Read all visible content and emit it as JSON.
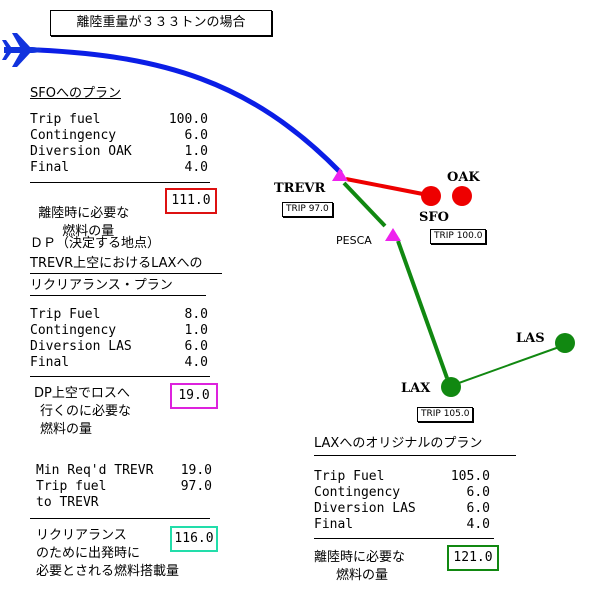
{
  "title": "離陸重量が３３３トンの場合",
  "colors": {
    "route_to_trevr": "#0b1ee6",
    "route_to_sfo": "#ee0000",
    "route_to_lax": "#118811",
    "waypoint": "#ee22ee",
    "sfo_box": "#dd1111",
    "dp_box": "#dd22dd",
    "rec_box": "#22ddaa",
    "lax_box": "#118811",
    "aircraft": "#1133dd"
  },
  "sfo_plan": {
    "heading": "SFOへのプラン",
    "rows": [
      {
        "label": "Trip fuel",
        "value": "100.0"
      },
      {
        "label": "Contingency",
        "value": "6.0"
      },
      {
        "label": "Diversion OAK",
        "value": "1.0"
      },
      {
        "label": "Final",
        "value": "4.0"
      }
    ],
    "total_label_1": "離陸時に必要な",
    "total_label_2": "燃料の量",
    "total_value": "111.0"
  },
  "dp_plan": {
    "heading_1": "ＤＰ（決定する地点）",
    "heading_2": "TREVR上空におけるLAXへの",
    "heading_3": "リクリアランス・プラン",
    "rows": [
      {
        "label": "Trip Fuel",
        "value": "8.0"
      },
      {
        "label": "Contingency",
        "value": "1.0"
      },
      {
        "label": "Diversion LAS",
        "value": "6.0"
      },
      {
        "label": "Final",
        "value": "4.0"
      }
    ],
    "total_label_1": "DP上空でロスへ",
    "total_label_2": "行くのに必要な",
    "total_label_3": "燃料の量",
    "total_value": "19.0"
  },
  "recl_calc": {
    "rows": [
      {
        "label": "Min Req'd TREVR",
        "value": "19.0"
      },
      {
        "label": "Trip fuel",
        "value": "97.0"
      },
      {
        "label": "to TREVR",
        "value": ""
      }
    ],
    "total_label_1": "リクリアランス",
    "total_label_2": "のために出発時に",
    "total_label_3": "必要とされる燃料搭載量",
    "total_value": "116.0"
  },
  "lax_plan": {
    "heading": "LAXへのオリジナルのプラン",
    "rows": [
      {
        "label": "Trip Fuel",
        "value": "105.0"
      },
      {
        "label": "Contingency",
        "value": "6.0"
      },
      {
        "label": "Diversion LAS",
        "value": "6.0"
      },
      {
        "label": "Final",
        "value": "4.0"
      }
    ],
    "total_label_1": "離陸時に必要な",
    "total_label_2": "燃料の量",
    "total_value": "121.0"
  },
  "map": {
    "trevr": {
      "name": "TREVR",
      "trip": "TRIP 97.0"
    },
    "pesca": {
      "name": "PESCA"
    },
    "sfo": {
      "name": "SFO",
      "trip": "TRIP 100.0"
    },
    "oak": {
      "name": "OAK"
    },
    "lax": {
      "name": "LAX",
      "trip": "TRIP 105.0"
    },
    "las": {
      "name": "LAS"
    }
  }
}
